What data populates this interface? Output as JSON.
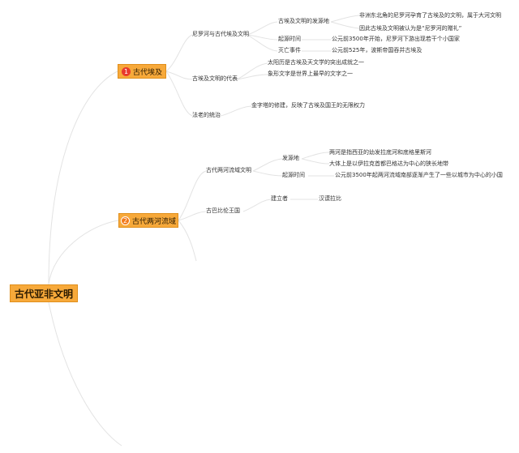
{
  "root": {
    "label": "古代亚非文明"
  },
  "egypt": {
    "number": "1",
    "label": "古代埃及",
    "nile": {
      "label": "尼罗河与古代埃及文明",
      "origin": {
        "label": "古埃及文明的发源地",
        "details": [
          "非洲东北角的尼罗河孕育了古埃及的文明，属于大河文明",
          "因此古埃及文明被认为是“尼罗河的赠礼”"
        ]
      },
      "start": {
        "label": "起源时间",
        "detail": "公元前3500年开始，尼罗河下游出现若干个小国家"
      },
      "fall": {
        "label": "灭亡事件",
        "detail": "公元前525年，波斯帝国吞并古埃及"
      }
    },
    "representative": {
      "label": "古埃及文明的代表",
      "items": [
        "太阳历是古埃及天文学的突出成就之一",
        "象形文字是世界上最早的文字之一"
      ]
    },
    "pharaoh": {
      "label": "法老的统治",
      "detail": "金字塔的修建，反映了古埃及国王的无限权力"
    }
  },
  "mesopotamia": {
    "number": "2",
    "label": "古代两河流域",
    "civ": {
      "label": "古代两河流域文明",
      "origin": {
        "label": "发源地",
        "details": [
          "两河是指西亚的幼发拉底河和底格里斯河",
          "大体上是以伊拉克首都巴格达为中心的狭长地带"
        ]
      },
      "start": {
        "label": "起源时间",
        "detail": "公元前3500年起两河流域南部逐渐产生了一些以城市为中心的小国"
      }
    },
    "babylon": {
      "label": "古巴比伦王国",
      "founder": {
        "label": "建立者",
        "detail": "汉谟拉比"
      }
    }
  },
  "colors": {
    "box_fill": "#f7a93a",
    "box_border": "#e08f1c",
    "line": "#e3e3e3",
    "badge_red": "#e8392d",
    "badge_orange": "#f27a1a"
  }
}
